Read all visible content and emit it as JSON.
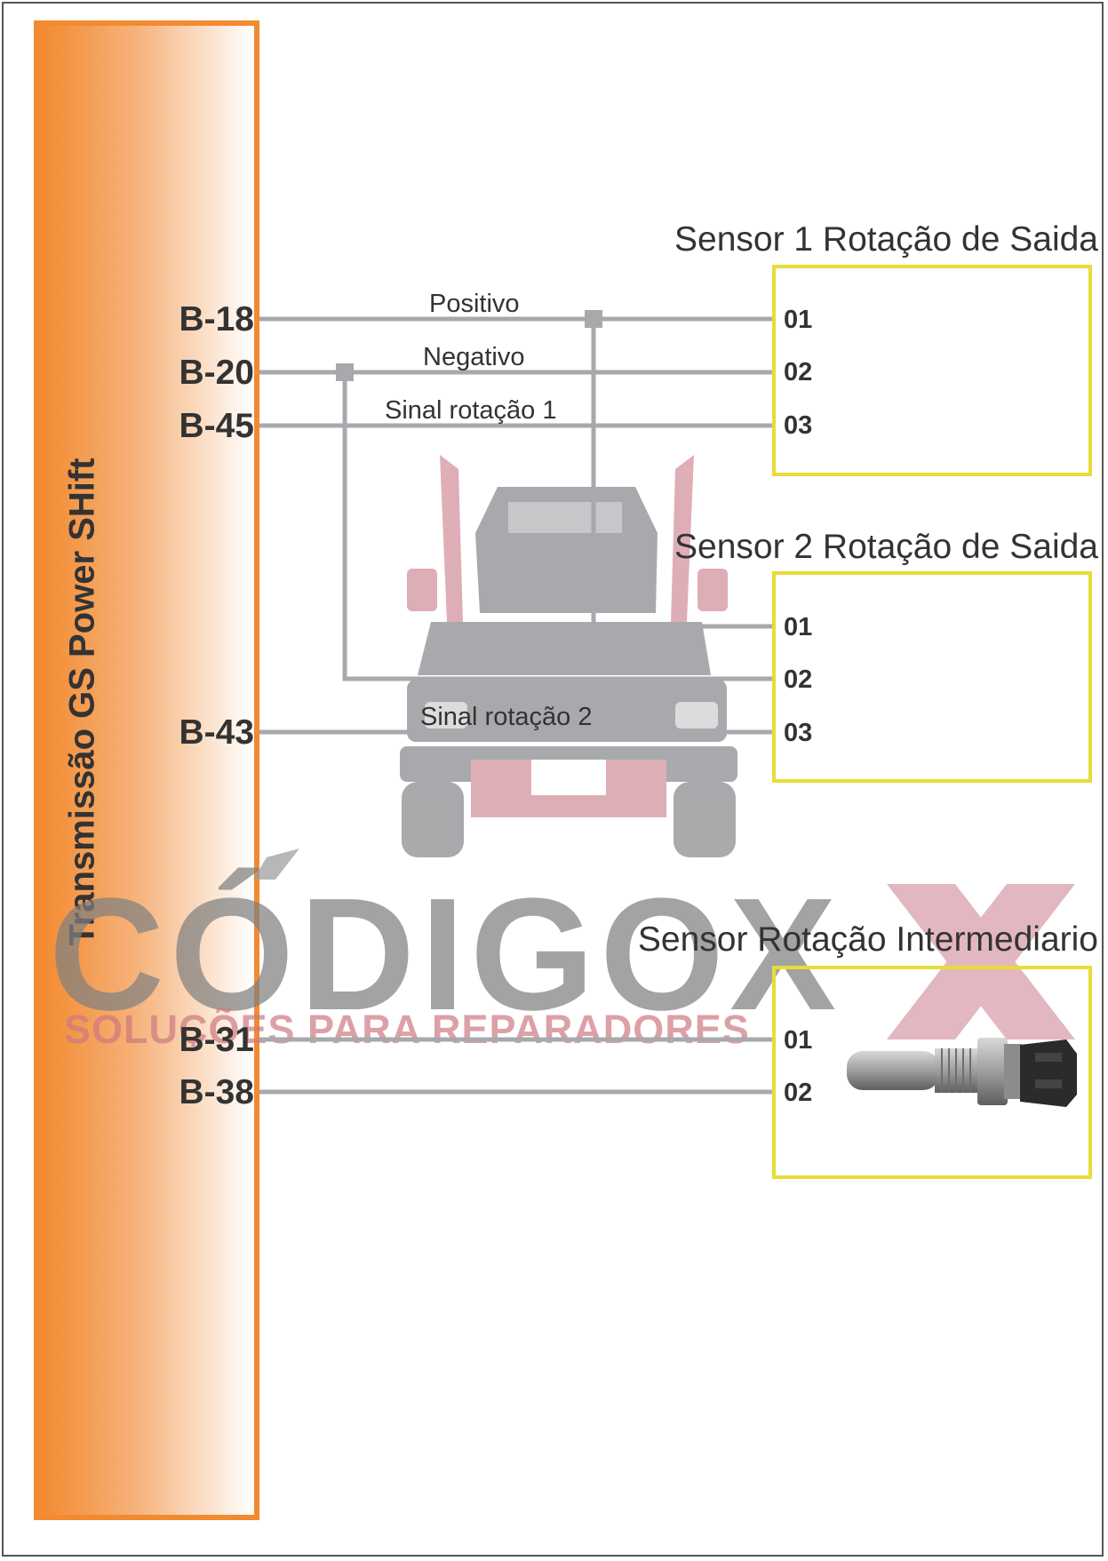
{
  "ecu": {
    "title": "Transmissão GS Power SHift",
    "color": "#f28a30"
  },
  "pins": {
    "b18": "B-18",
    "b20": "B-20",
    "b45": "B-45",
    "b43": "B-43",
    "b31": "B-31",
    "b38": "B-38"
  },
  "wires": {
    "positive": "Positivo",
    "negative": "Negativo",
    "signal1": "Sinal rotação 1",
    "signal2": "Sinal rotação 2"
  },
  "sensors": [
    {
      "title": "Sensor 1 Rotação de Saida",
      "pins": [
        "01",
        "02",
        "03"
      ]
    },
    {
      "title": "Sensor 2 Rotação de Saida",
      "pins": [
        "01",
        "02",
        "03"
      ]
    },
    {
      "title": "Sensor Rotação Intermediario",
      "pins": [
        "01",
        "02"
      ]
    }
  ],
  "watermark": {
    "brand": "CÓDIGOX",
    "tagline": "SOLUÇÕES PARA REPARADORES"
  },
  "colors": {
    "wire": "#a7a9ac",
    "sensor_border": "#e8dc3a",
    "ecu": "#f28a30",
    "text": "#333333"
  }
}
